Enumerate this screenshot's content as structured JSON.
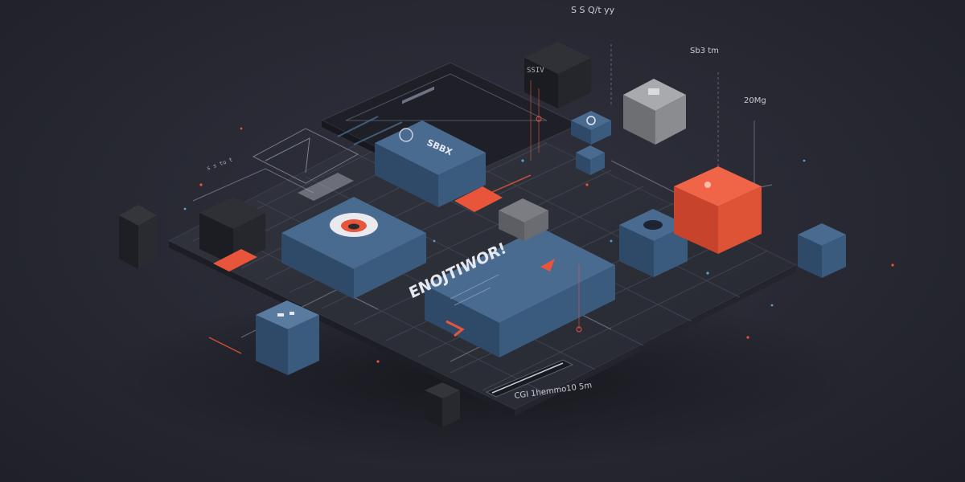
{
  "illustration": {
    "palette": {
      "background": "#272832",
      "board": "#2e3039",
      "board_edge": "#1e1f26",
      "trace": "#4a4f5e",
      "blue_top": "#4a6b90",
      "blue_left": "#33506f",
      "blue_right": "#3b5b7e",
      "orange": "#e8553a",
      "dark_block": "#2c2d33",
      "grey_block": "#9a9a9c"
    },
    "labels": {
      "top_right_1": "S S Q/t yy",
      "top_right_2": "Sb3 tm",
      "top_right_3": "20Mg",
      "device_top": "SBBX",
      "device_main": "ENOJTIWOR!",
      "bottom_caption": "CGI 1hemmo10 5m",
      "orange_tag": "SSIV",
      "left_caption": "s s tu t"
    },
    "icons": [
      "circuit-board",
      "server-device-icon",
      "network-device-icon",
      "cube-icon",
      "ring-sensor-icon"
    ]
  }
}
